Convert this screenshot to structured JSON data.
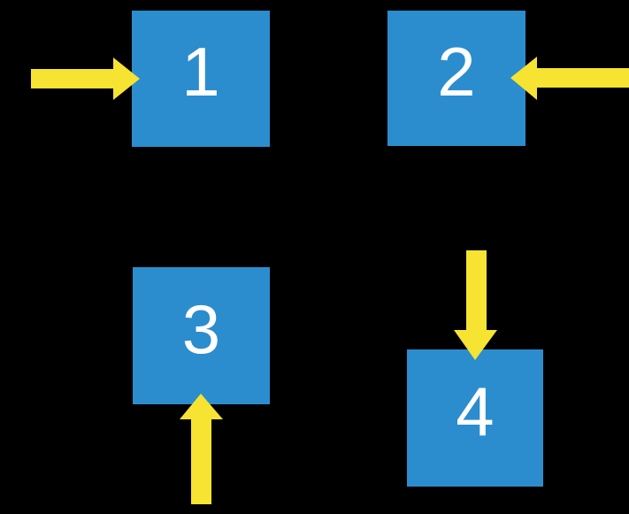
{
  "canvas": {
    "background_color": "#000000",
    "description": "Four blue numbered squares, each with a yellow arrow pointing into it from a different side"
  },
  "colors": {
    "square_blue": "#2b8dce",
    "arrow_yellow": "#f7e331",
    "number_white": "#ffffff"
  },
  "squares": [
    {
      "label": "1",
      "arrow_from": "left"
    },
    {
      "label": "2",
      "arrow_from": "right"
    },
    {
      "label": "3",
      "arrow_from": "bottom"
    },
    {
      "label": "4",
      "arrow_from": "top"
    }
  ],
  "icons": {
    "arrow_1": "arrow-right-icon",
    "arrow_2": "arrow-left-icon",
    "arrow_3": "arrow-up-icon",
    "arrow_4": "arrow-down-icon"
  }
}
